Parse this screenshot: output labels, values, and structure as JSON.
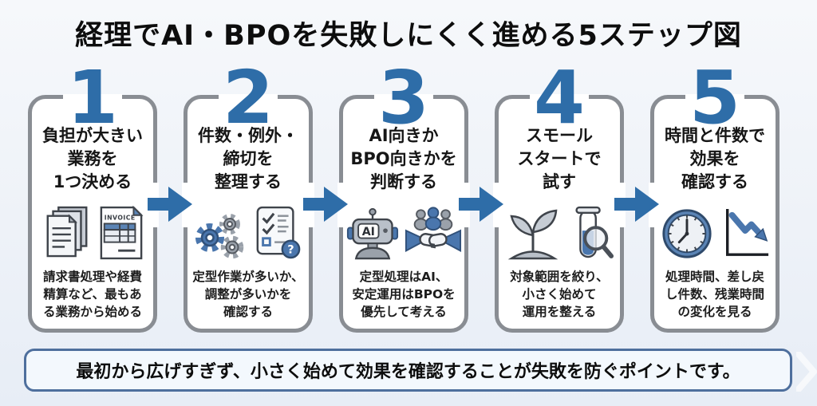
{
  "title": "経理でAI・BPOを失敗しにくく進める5ステップ図",
  "colors": {
    "accent_blue": "#2e6da8",
    "icon_blue": "#4a76ad",
    "icon_gray": "#9aa1aa",
    "card_border": "#898d93",
    "banner_border": "#4e6f9d",
    "banner_fill": "#f3f8fd"
  },
  "steps": [
    {
      "number": "1",
      "heading_lines": [
        "負担が大きい",
        "業務を",
        "1つ決める"
      ],
      "desc_lines": [
        "請求書処理や経費",
        "精算など、最もあ",
        "る業務から始める"
      ],
      "icons": [
        "documents-stack-icon",
        "invoice-document-icon"
      ],
      "invoice_label": "INVOICE"
    },
    {
      "number": "2",
      "heading_lines": [
        "件数・例外・",
        "締切を",
        "整理する"
      ],
      "desc_lines": [
        "定型作業が多いか、",
        "調整が多いかを",
        "確認する"
      ],
      "icons": [
        "gears-icon",
        "checklist-question-icon"
      ],
      "question_label": "?"
    },
    {
      "number": "3",
      "heading_lines": [
        "AI向きか",
        "BPO向きかを",
        "判断する"
      ],
      "desc_lines": [
        "定型処理はAI、",
        "安定運用はBPOを",
        "優先して考える"
      ],
      "icons": [
        "ai-robot-icon",
        "handshake-icon"
      ],
      "robot_label": "AI"
    },
    {
      "number": "4",
      "heading_lines": [
        "スモール",
        "スタートで",
        "試す"
      ],
      "desc_lines": [
        "対象範囲を絞り、",
        "小さく始めて",
        "運用を整える"
      ],
      "icons": [
        "sprout-icon",
        "test-tube-magnifier-icon"
      ]
    },
    {
      "number": "5",
      "heading_lines": [
        "時間と件数で",
        "効果を",
        "確認する"
      ],
      "desc_lines": [
        "処理時間、差し戻",
        "し件数、残業時間",
        "の変化を見る"
      ],
      "icons": [
        "clock-icon",
        "declining-chart-icon"
      ]
    }
  ],
  "footer": {
    "text": "最初から広げすぎず、小さく始めて効果を確認することが失敗を防ぐポイントです。"
  }
}
